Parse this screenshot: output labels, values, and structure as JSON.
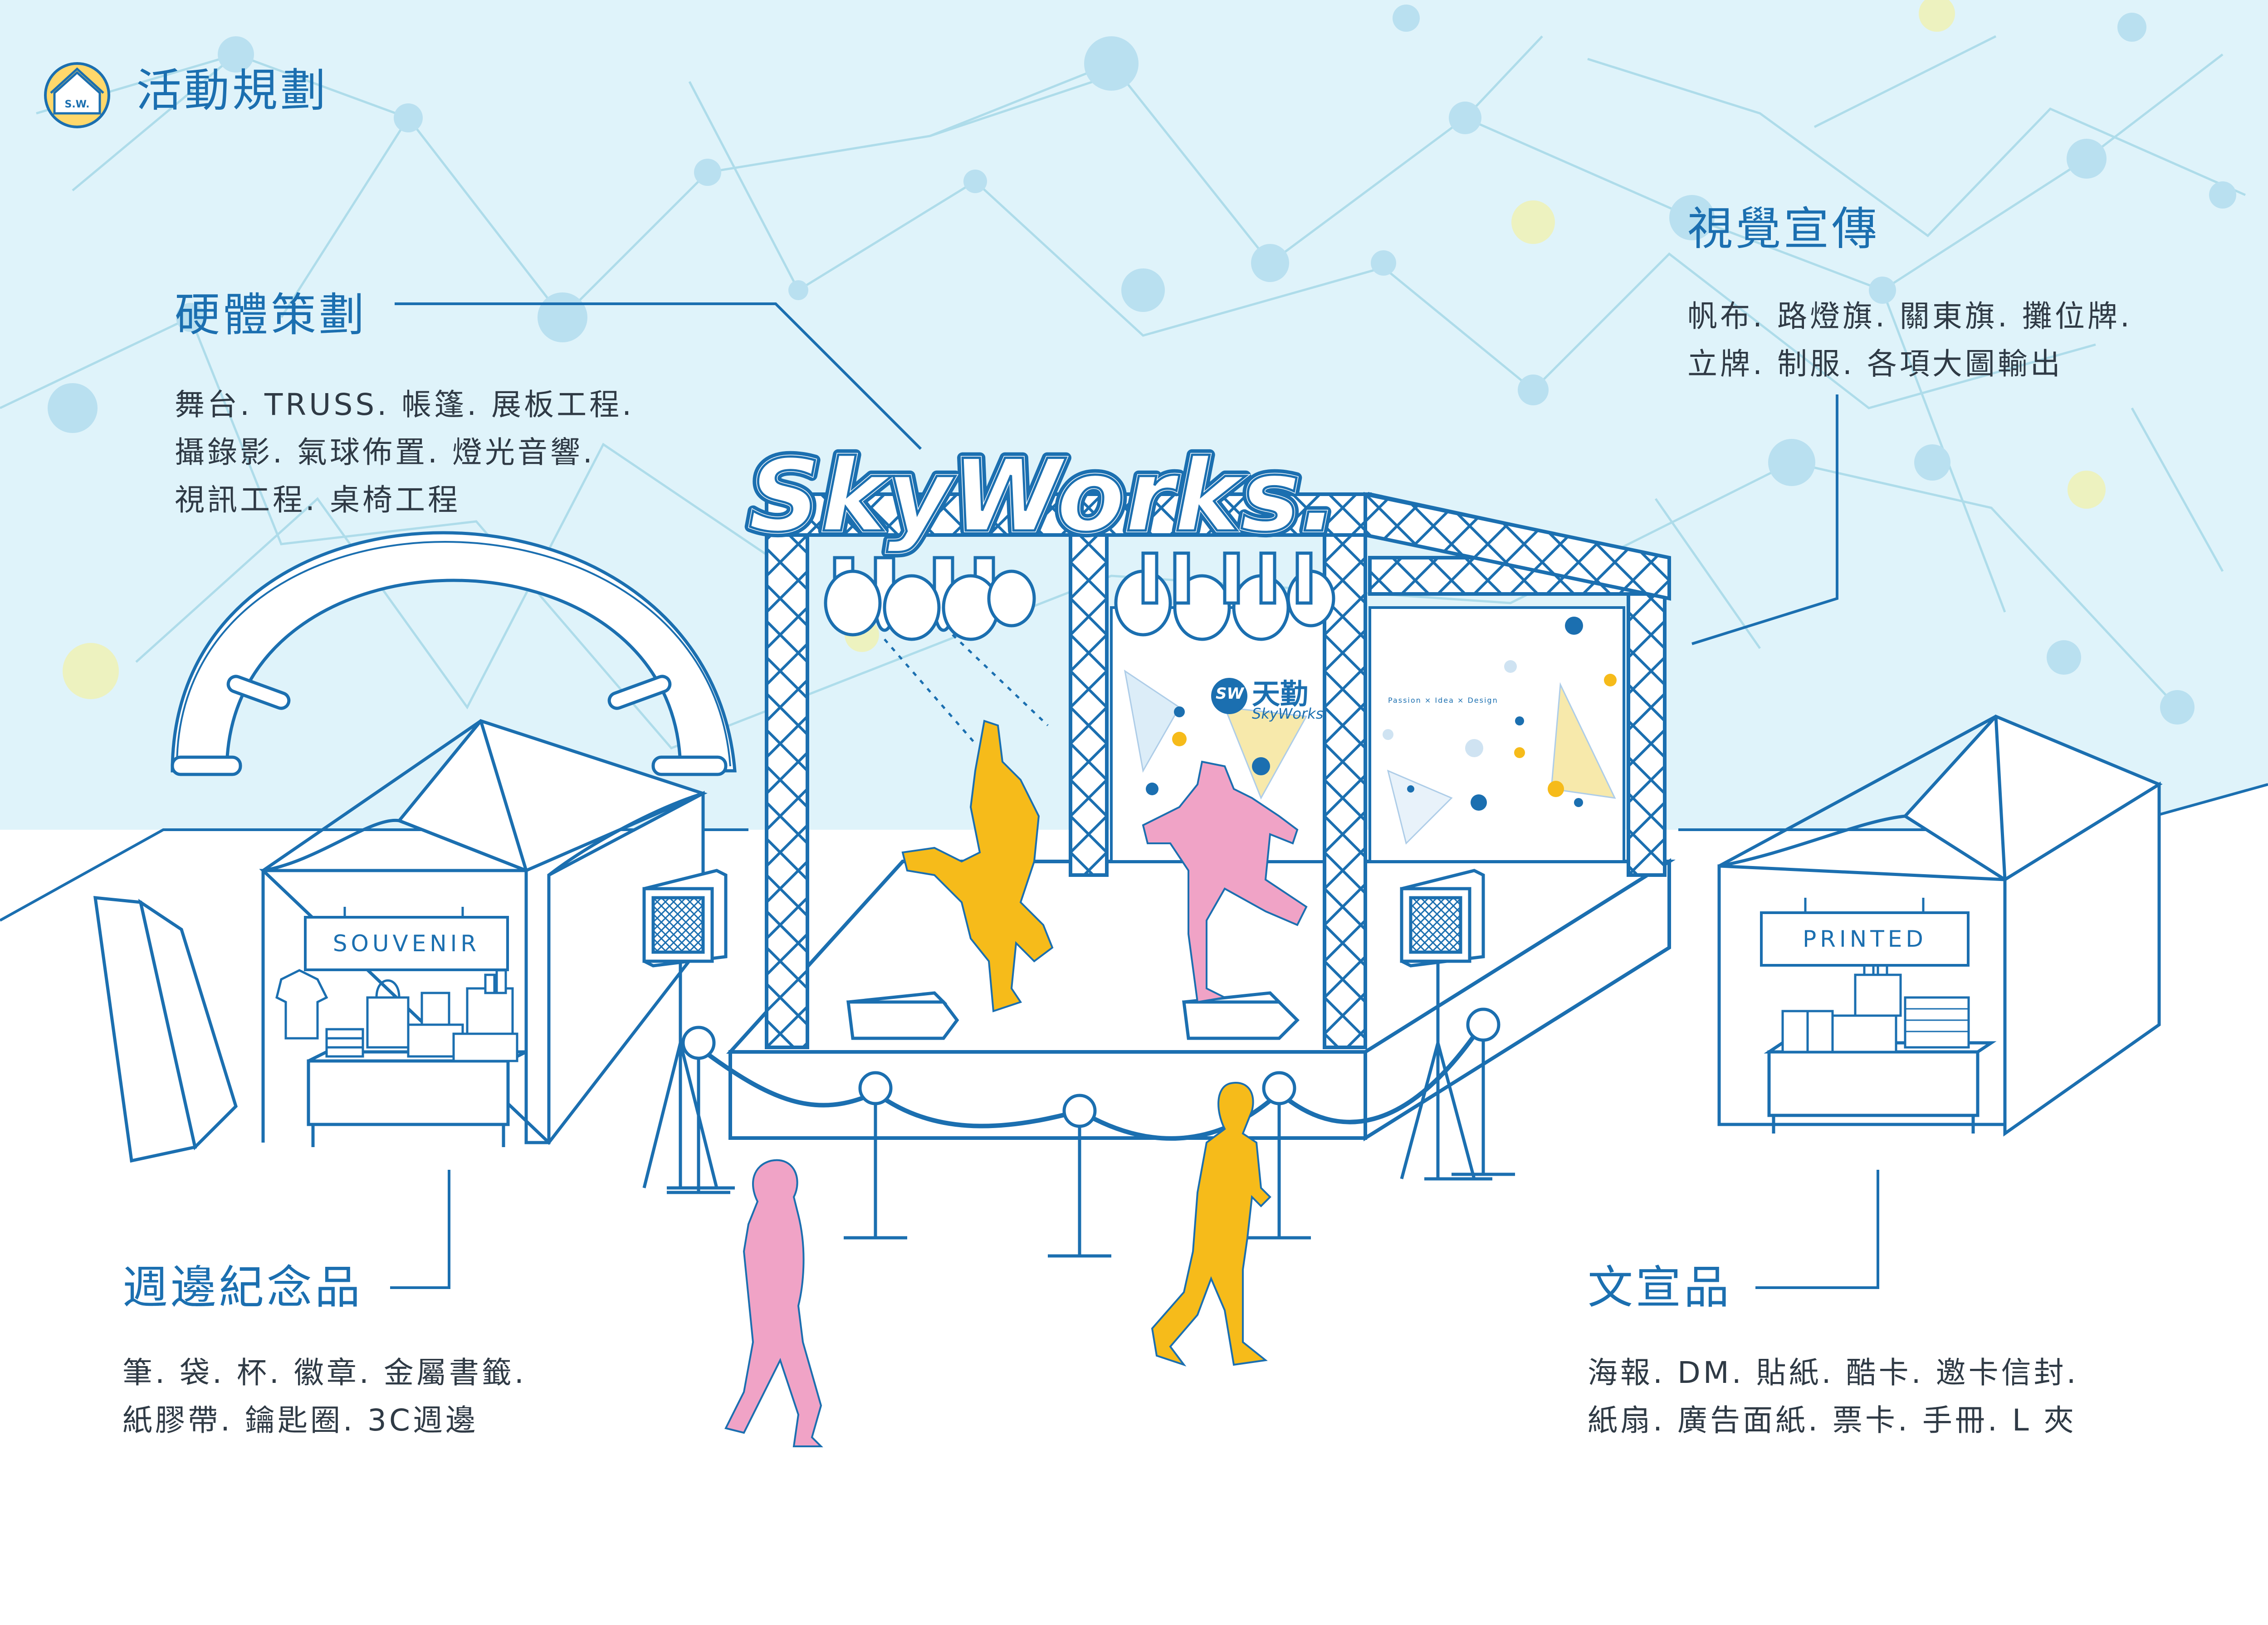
{
  "brand": {
    "badge_text": "S.W.",
    "title": "活動規劃"
  },
  "sections": {
    "hardware": {
      "title": "硬體策劃",
      "lines": [
        "舞台. TRUSS. 帳篷. 展板工程.",
        "攝錄影. 氣球佈置. 燈光音響.",
        "視訊工程. 桌椅工程"
      ]
    },
    "visual": {
      "title": "視覺宣傳",
      "lines": [
        "帆布. 路燈旗. 關東旗. 攤位牌.",
        "立牌. 制服. 各項大圖輸出"
      ]
    },
    "souvenir": {
      "title": "週邊紀念品",
      "lines": [
        "筆. 袋. 杯. 徽章. 金屬書籤.",
        "紙膠帶. 鑰匙圈. 3C週邊"
      ]
    },
    "printed": {
      "title": "文宣品",
      "lines": [
        "海報. DM. 貼紙. 酷卡. 邀卡信封.",
        "紙扇. 廣告面紙. 票卡. 手冊. L 夾"
      ]
    }
  },
  "scene": {
    "stage_sign": "SkyWorks.",
    "booth_left_sign": "SOUVENIR",
    "booth_right_sign": "PRINTED",
    "screen_logo_mark": "SW",
    "screen_logo_cn": "天勤",
    "screen_logo_en": "SkyWorks.",
    "screen_slogan": "Passion  ×  Idea  ×  Design"
  },
  "colors": {
    "line_blue": "#1b6fb0",
    "sky": "#dff3fa",
    "highlight_yellow": "#ffd86b",
    "figure_yellow": "#f6bb1a",
    "figure_pink": "#f0a3c6"
  }
}
